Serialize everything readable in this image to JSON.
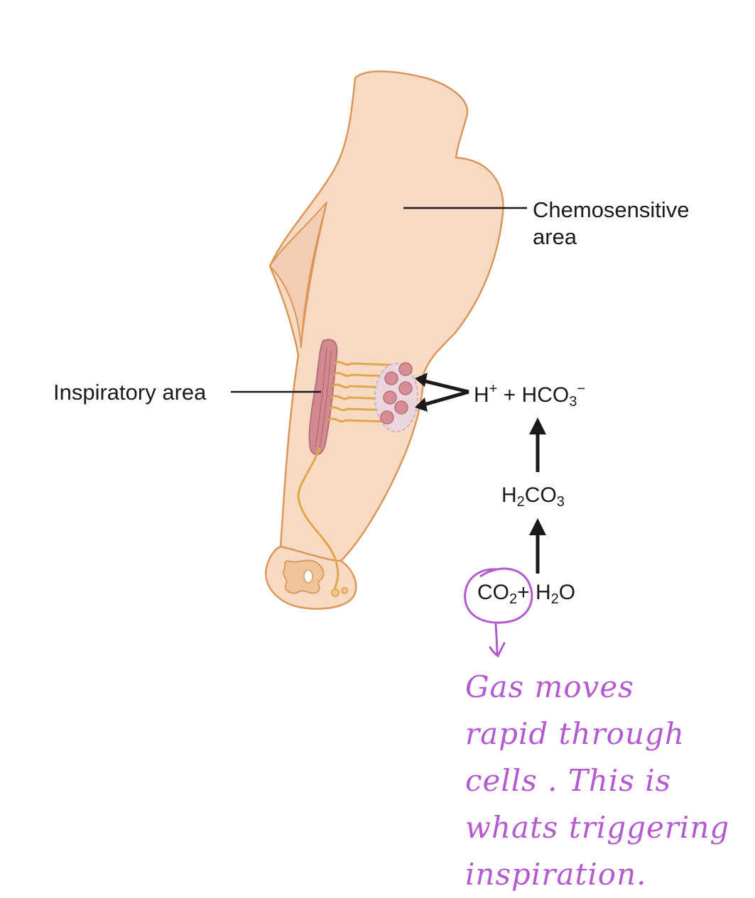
{
  "labels": {
    "chemosensitive_line1": "Chemosensitive",
    "chemosensitive_line2": "area",
    "inspiratory": "Inspiratory area"
  },
  "equations": {
    "top": {
      "h": "H",
      "plus_sup": "+",
      "plus": " + HCO",
      "sub3": "3",
      "minus": "−"
    },
    "middle": {
      "h": "H",
      "sub2": "2",
      "co": "CO",
      "sub3": "3"
    },
    "bottom": {
      "co": "CO",
      "sub2a": "2",
      "plus": "+ H",
      "sub2b": "2",
      "o": "O"
    }
  },
  "annotation": {
    "lines": [
      "Gas moves",
      "rapid through",
      "cells . This is",
      "whats triggering",
      "inspiration."
    ],
    "color": "#b35ad1"
  },
  "colors": {
    "tissue_fill": "#f7d9c4",
    "tissue_stroke": "#d9985a",
    "neuron": "#e0a84a",
    "nucleus": "#cf8d96"
  }
}
